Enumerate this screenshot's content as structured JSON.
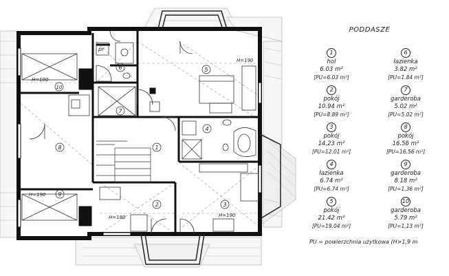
{
  "title": "PODDASZE",
  "rooms": [
    {
      "num": "1",
      "name": "hol",
      "area": "6.03 m²",
      "pu": "[PU=6.03 m²]"
    },
    {
      "num": "2",
      "name": "pokój",
      "area": "10.94 m²",
      "pu": "[PU=8.89 m²]"
    },
    {
      "num": "3",
      "name": "pokój",
      "area": "14.23 m²",
      "pu": "[PU=12.01 m²]"
    },
    {
      "num": "4",
      "name": "łazienka",
      "area": "6.74 m²",
      "pu": "[PU=6.74 m²]"
    },
    {
      "num": "5",
      "name": "pokój",
      "area": "21.42 m²",
      "pu": "[PU=19.04 m²]"
    },
    {
      "num": "6",
      "name": "łazienka",
      "area": "3.82 m²",
      "pu": "[PU=1.84 m²]"
    },
    {
      "num": "7",
      "name": "garderoba",
      "area": "5.02 m²",
      "pu": "[PU=5.02 m²]"
    },
    {
      "num": "8",
      "name": "pokój",
      "area": "16.56 m²",
      "pu": "[PU=16.56 m²]"
    },
    {
      "num": "9",
      "name": "garderoba",
      "area": "8.18 m²",
      "pu": "[PU=1.36 m²]"
    },
    {
      "num": "10",
      "name": "garderoba",
      "area": "5.79 m²",
      "pu": "[PU=1.13 m²]"
    }
  ],
  "plan_labels": {
    "pr": "pr",
    "h190": "H=190",
    "h180": "H=180",
    "rooms": [
      "1",
      "2",
      "3",
      "4",
      "5",
      "6",
      "7",
      "8",
      "9",
      "10"
    ]
  },
  "footnote": "PU = powierzchnia użytkowa (H>1,9 m"
}
